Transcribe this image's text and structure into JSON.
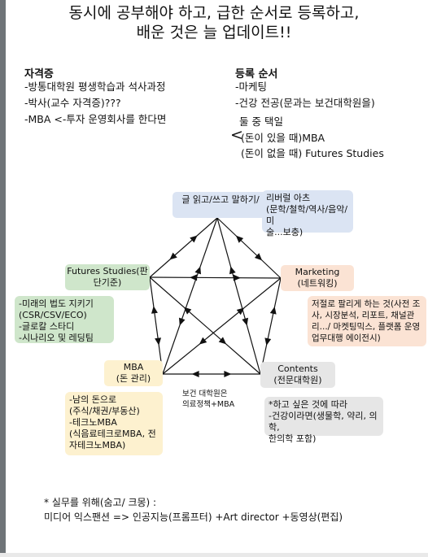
{
  "colors": {
    "blue_box": "#dbe4f3",
    "orange_box": "#fbe3d4",
    "green_box": "#cfe6cb",
    "yellow_box": "#fdf1cf",
    "gray_box": "#e6e6e6",
    "arrow": "#111111"
  },
  "title": {
    "line1": "동시에 공부해야 하고, 급한 순서로 등록하고,",
    "line2": "배운 것은 늘 업데이트!!"
  },
  "certs": {
    "heading": "자격증",
    "items": [
      "-방통대학원 평생학습과 석사과정",
      "-박사(교수 자격증)???",
      "-MBA <-투자 운영회사를 한다면"
    ]
  },
  "order": {
    "heading": "등록 순서",
    "items": [
      "-마케팅",
      "-건강 전공(문과는 보건대학원을)",
      "둘 중 택일",
      "(돈이 있을 때)MBA",
      "(돈이 없을 때) Futures Studies"
    ],
    "bracket": "<"
  },
  "nodes": {
    "writing": "글 읽고/쓰고 말하기/",
    "futures_line1": "Futures Studies(판",
    "futures_line2": "단기준)",
    "marketing_line1": "Marketing",
    "marketing_line2": "(네트워킹)",
    "mba_line1": "MBA",
    "mba_line2": "(돈 관리)",
    "contents_line1": "Contents",
    "contents_line2": "(전문대학원)"
  },
  "notes": {
    "liberal_arts": [
      "리버럴 아츠",
      "(문학/철학/역사/음악/미",
      "술...보충)"
    ],
    "futures": [
      "-미래의 법도 지키기",
      "(CSR/CSV/ECO)",
      "-글로칼 스타디",
      "-시나리오 및 레딩팀"
    ],
    "marketing": [
      "저절로 팔리게 하는 것(사전 조",
      "사, 시장분석, 리포트, 채널관",
      "리.../ 마켓팅믹스, 플랫폼 운영",
      "업무대행 에이전시)"
    ],
    "mba": [
      "-남의 돈으로",
      "(주식/채권/부동산)",
      "-테크노MBA",
      "(식음료테크로MBA, 전",
      "자테크노MBA)"
    ],
    "contents": [
      "*하고 싶은 것에 따라",
      "-건강이라면(생물학, 약리, 의학,",
      "한의학 포함)"
    ],
    "center_line1": "보건 대학원은",
    "center_line2": "의료정책+MBA"
  },
  "footer": {
    "line1": "* 실무를 위해(숨고/ 크몽) :",
    "line2": "미디어 익스팬션 => 인공지능(프롬프터) +Art director +동영상(편집)"
  }
}
